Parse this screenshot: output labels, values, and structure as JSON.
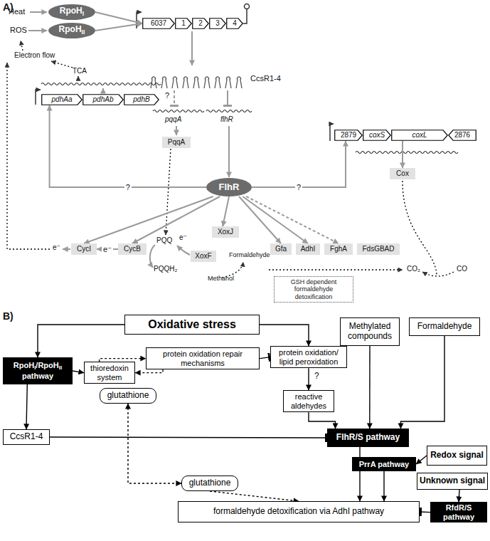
{
  "diagram": {
    "nodes": [
      {
        "text": [
          "RpoH",
          "I"
        ]
      },
      {
        "text": [
          "RpoH",
          "II"
        ]
      },
      {
        "text": [
          "6037"
        ]
      },
      {
        "text": [
          "1"
        ]
      },
      {
        "text": [
          "2"
        ]
      },
      {
        "text": [
          "3"
        ]
      },
      {
        "text": [
          "4"
        ]
      },
      {
        "text": [
          "pdhAa"
        ]
      },
      {
        "text": [
          "pdhAb"
        ]
      },
      {
        "text": [
          "pdhB"
        ]
      },
      {
        "text": [
          "PqqA"
        ]
      },
      {
        "text": [
          "FlhR"
        ]
      },
      {
        "text": [
          "2879"
        ]
      },
      {
        "text": [
          "coxS"
        ]
      },
      {
        "text": [
          "coxL"
        ]
      },
      {
        "text": [
          "2876"
        ]
      },
      {
        "text": [
          "Cox"
        ]
      },
      {
        "text": [
          "XoxJ"
        ]
      },
      {
        "text": [
          "CycI"
        ]
      },
      {
        "text": [
          "CycB"
        ]
      },
      {
        "text": [
          "XoxF"
        ]
      },
      {
        "text": [
          "Gfa"
        ]
      },
      {
        "text": [
          "AdhI"
        ]
      },
      {
        "text": [
          "FghA"
        ]
      },
      {
        "text": [
          "FdsGBAD"
        ]
      },
      {
        "text": [
          "GSH dependent formaldehyde detoxification"
        ]
      },
      {
        "text": [
          "Oxidative stress"
        ]
      },
      {
        "text": [
          "Methylated compounds"
        ]
      },
      {
        "text": [
          "Formaldehyde"
        ]
      },
      {
        "text": [
          "RpoH",
          "I",
          "/RpoH",
          "II",
          "pathway"
        ]
      },
      {
        "text": [
          "thioredoxin system"
        ]
      },
      {
        "text": [
          "protein oxidation repair mechanisms"
        ]
      },
      {
        "text": [
          "protein oxidation/ lipid peroxidation"
        ]
      },
      {
        "text": [
          "glutathione"
        ]
      },
      {
        "text": [
          "reactive aldehydes"
        ]
      },
      {
        "text": [
          "CcsR1-4"
        ]
      },
      {
        "text": [
          "FlhR/S pathway"
        ]
      },
      {
        "text": [
          "Redox signal"
        ]
      },
      {
        "text": [
          "PrrA pathway"
        ]
      },
      {
        "text": [
          "glutathione"
        ]
      },
      {
        "text": [
          "Unknown signal"
        ]
      },
      {
        "text": [
          "RfdR/S pathway"
        ]
      },
      {
        "text": [
          "formaldehyde detoxification via AdhI pathway"
        ]
      }
    ],
    "edges": [
      {
        "from": 0,
        "to": 2,
        "arrow": "to"
      },
      {
        "from": 1,
        "to": 2,
        "arrow": "to"
      },
      {
        "from": 11,
        "to": 7,
        "arrow": "to",
        "label": "?"
      },
      {
        "from": 11,
        "to": 12,
        "arrow": "to",
        "label": "?"
      },
      {
        "from": 11,
        "to": 18,
        "arrow": "to"
      },
      {
        "from": 11,
        "to": 19,
        "arrow": "to"
      },
      {
        "from": 11,
        "to": 17,
        "arrow": "to"
      },
      {
        "from": 11,
        "to": 21,
        "arrow": "to"
      },
      {
        "from": 11,
        "to": 22,
        "arrow": "to"
      },
      {
        "from": 11,
        "to": 23,
        "arrow": "to"
      },
      {
        "from": 14,
        "to": 16,
        "arrow": "to"
      },
      {
        "from": 19,
        "to": 18,
        "arrow": "to",
        "label": "e⁻"
      },
      {
        "from": 26,
        "to": 29,
        "arrow": "to"
      },
      {
        "from": 26,
        "to": 32,
        "arrow": "to"
      },
      {
        "from": 29,
        "to": 30,
        "arrow": "to"
      },
      {
        "from": 29,
        "to": 35,
        "arrow": "to"
      },
      {
        "from": 30,
        "to": 31,
        "arrow": "to"
      },
      {
        "from": 31,
        "to": 30,
        "arrow": "to"
      },
      {
        "from": 31,
        "to": 32,
        "arrow": "to"
      },
      {
        "from": 32,
        "to": 34,
        "arrow": "to"
      },
      {
        "from": 34,
        "to": 36,
        "arrow": "to"
      },
      {
        "from": 27,
        "to": 36,
        "arrow": "to"
      },
      {
        "from": 28,
        "to": 36,
        "arrow": "to"
      },
      {
        "from": 35,
        "to": 36,
        "arrow": "to"
      },
      {
        "from": 36,
        "to": 42,
        "arrow": "to"
      },
      {
        "from": 37,
        "to": 38,
        "arrow": "to"
      },
      {
        "from": 38,
        "to": 42,
        "arrow": "to"
      },
      {
        "from": 40,
        "to": 41,
        "arrow": "to"
      },
      {
        "from": 41,
        "to": 42,
        "arrow": "to"
      },
      {
        "from": 33,
        "to": 39,
        "arrow": "both"
      },
      {
        "from": 39,
        "to": 42,
        "arrow": "to"
      }
    ],
    "labels": [
      "A)",
      "Heat",
      "ROS",
      "Electron flow",
      "TCA",
      "CcsR1-4",
      "?",
      "pqqA",
      "flhR",
      "e⁻",
      "PQQ",
      "PQQH₂",
      "e⁻",
      "Formaldehyde",
      "Methanol",
      "CO₂",
      "CO",
      "B)",
      "?"
    ]
  }
}
